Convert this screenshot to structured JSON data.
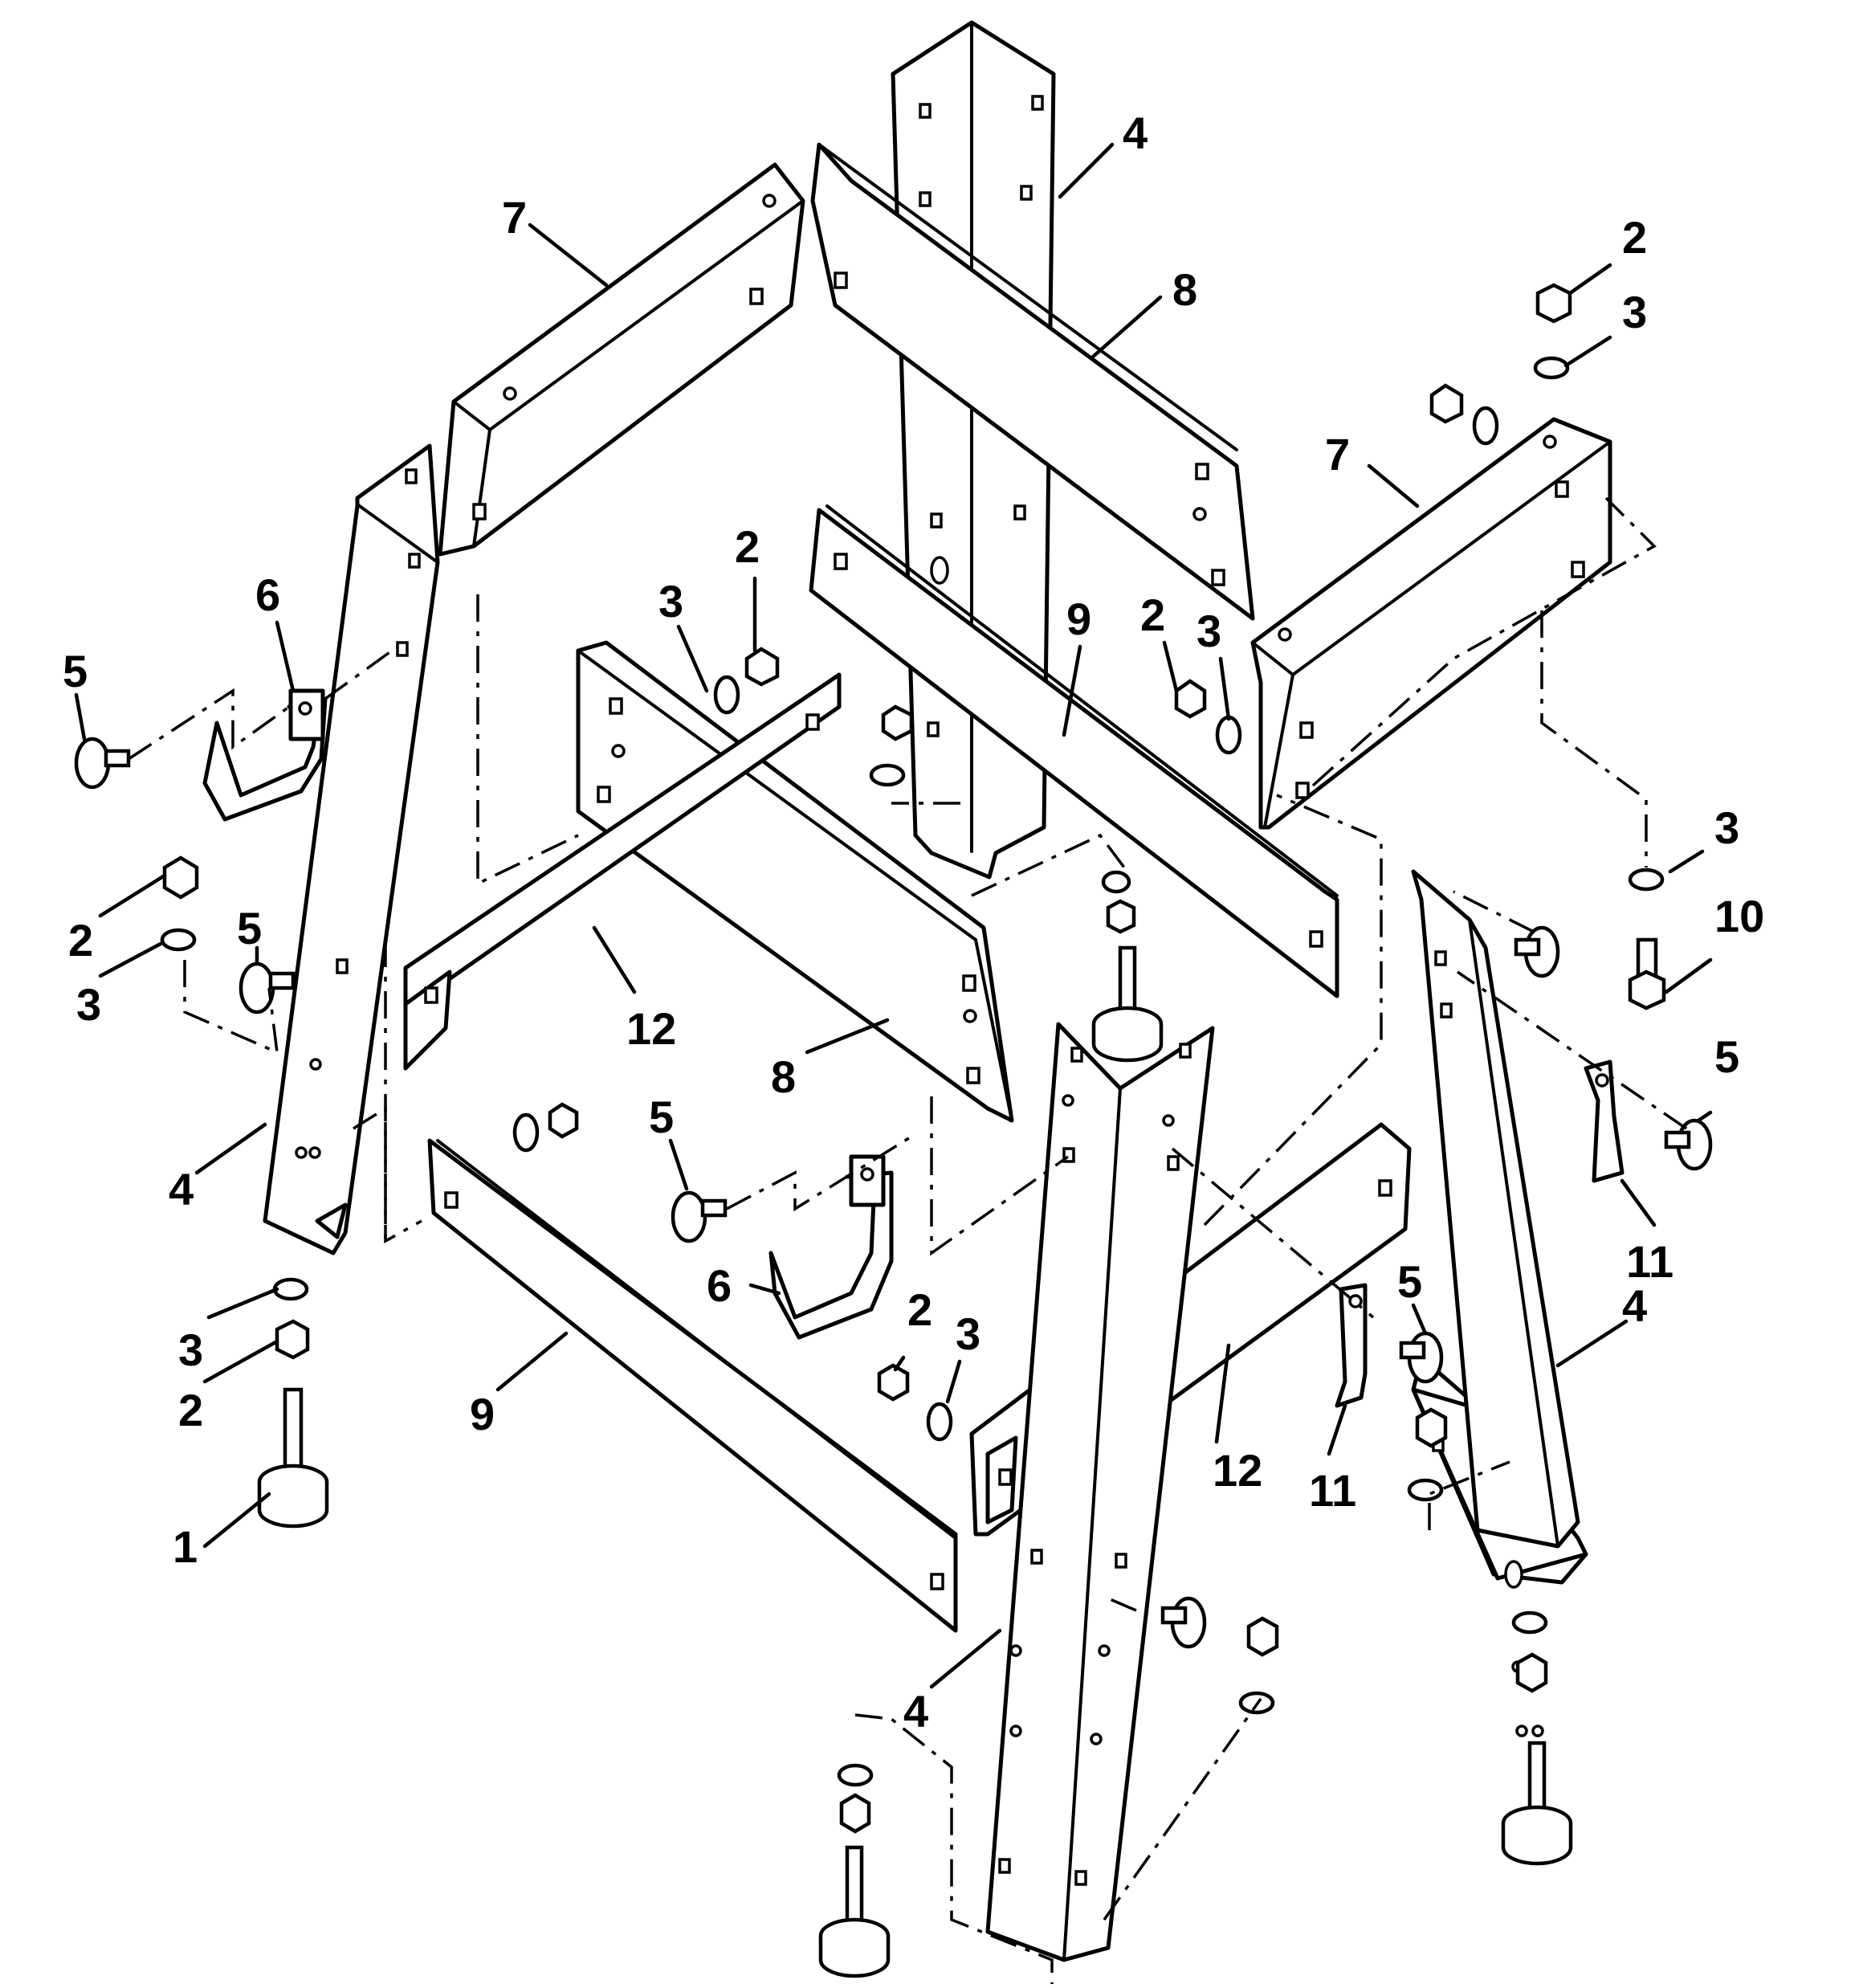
{
  "diagram": {
    "callouts": [
      {
        "id": "c4a",
        "label": "4"
      },
      {
        "id": "c7a",
        "label": "7"
      },
      {
        "id": "c8a",
        "label": "8"
      },
      {
        "id": "c2a",
        "label": "2"
      },
      {
        "id": "c3a",
        "label": "3"
      },
      {
        "id": "c7b",
        "label": "7"
      },
      {
        "id": "c6a",
        "label": "6"
      },
      {
        "id": "c3b",
        "label": "3"
      },
      {
        "id": "c2b",
        "label": "2"
      },
      {
        "id": "c9a",
        "label": "9"
      },
      {
        "id": "c2c",
        "label": "2"
      },
      {
        "id": "c3c",
        "label": "3"
      },
      {
        "id": "c5a",
        "label": "5"
      },
      {
        "id": "c2d",
        "label": "2"
      },
      {
        "id": "c5b",
        "label": "5"
      },
      {
        "id": "c3d",
        "label": "3"
      },
      {
        "id": "c3e",
        "label": "3"
      },
      {
        "id": "c10",
        "label": "10"
      },
      {
        "id": "c12a",
        "label": "12"
      },
      {
        "id": "c8b",
        "label": "8"
      },
      {
        "id": "c5c",
        "label": "5"
      },
      {
        "id": "c4b",
        "label": "4"
      },
      {
        "id": "c5d",
        "label": "5"
      },
      {
        "id": "c11a",
        "label": "11"
      },
      {
        "id": "c6b",
        "label": "6"
      },
      {
        "id": "c5e",
        "label": "5"
      },
      {
        "id": "c3f",
        "label": "3"
      },
      {
        "id": "c2e",
        "label": "2"
      },
      {
        "id": "c4c",
        "label": "4"
      },
      {
        "id": "c9b",
        "label": "9"
      },
      {
        "id": "c2f",
        "label": "2"
      },
      {
        "id": "c3g",
        "label": "3"
      },
      {
        "id": "c12b",
        "label": "12"
      },
      {
        "id": "c11b",
        "label": "11"
      },
      {
        "id": "c1",
        "label": "1"
      },
      {
        "id": "c4d",
        "label": "4"
      }
    ]
  }
}
